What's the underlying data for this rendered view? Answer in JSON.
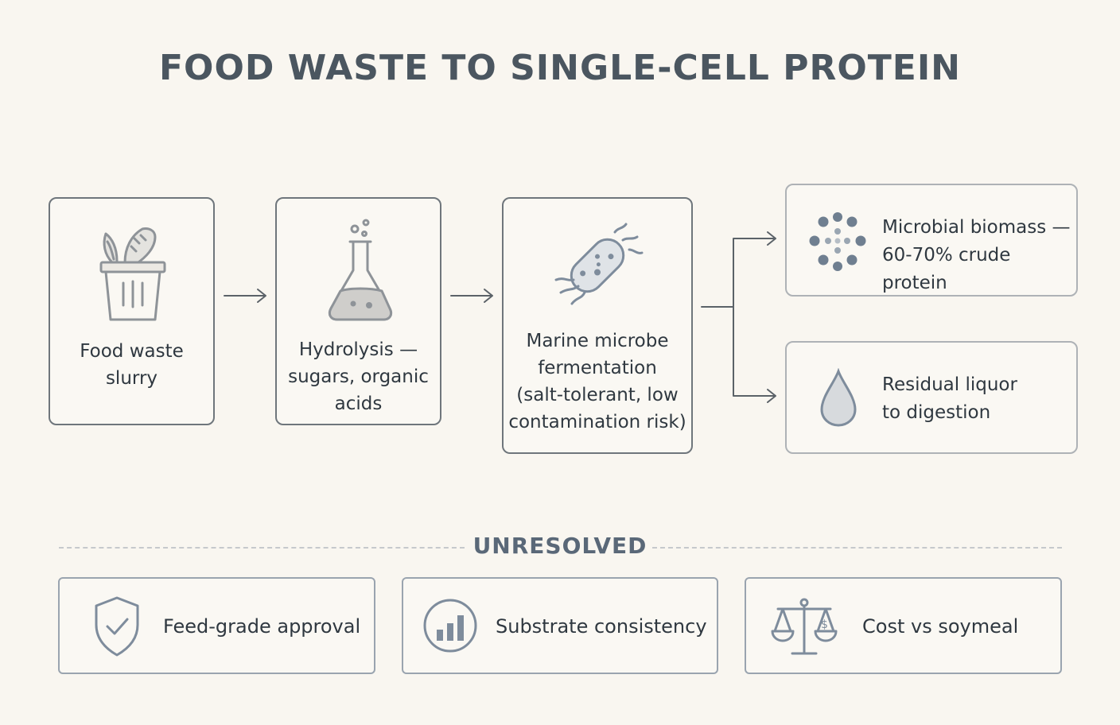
{
  "title": "FOOD WASTE TO SINGLE-CELL PROTEIN",
  "stages": [
    {
      "label_lines": [
        "Food waste",
        "slurry"
      ],
      "icon": "food-bin-icon"
    },
    {
      "label_lines": [
        "Hydrolysis —",
        "sugars, organic",
        "acids"
      ],
      "icon": "flask-icon"
    },
    {
      "label_lines": [
        "Marine microbe",
        "fermentation",
        "(salt-tolerant, low",
        "contamination risk)"
      ],
      "icon": "microbe-icon"
    }
  ],
  "outputs": [
    {
      "label_lines": [
        "Microbial biomass —",
        "60-70% crude protein"
      ],
      "icon": "biomass-dots-icon"
    },
    {
      "label_lines": [
        "Residual liquor",
        "to digestion"
      ],
      "icon": "droplet-icon"
    }
  ],
  "unresolved": {
    "heading": "UNRESOLVED",
    "items": [
      {
        "label": "Feed-grade approval",
        "icon": "shield-check-icon"
      },
      {
        "label": "Substrate consistency",
        "icon": "bar-chart-icon"
      },
      {
        "label": "Cost vs soymeal",
        "icon": "balance-scale-icon"
      }
    ]
  },
  "colors": {
    "background": "#f9f6f0",
    "box_border": "#6f767c",
    "accent_blue_gray": "#7e8c9c",
    "heading": "#4b5660"
  }
}
